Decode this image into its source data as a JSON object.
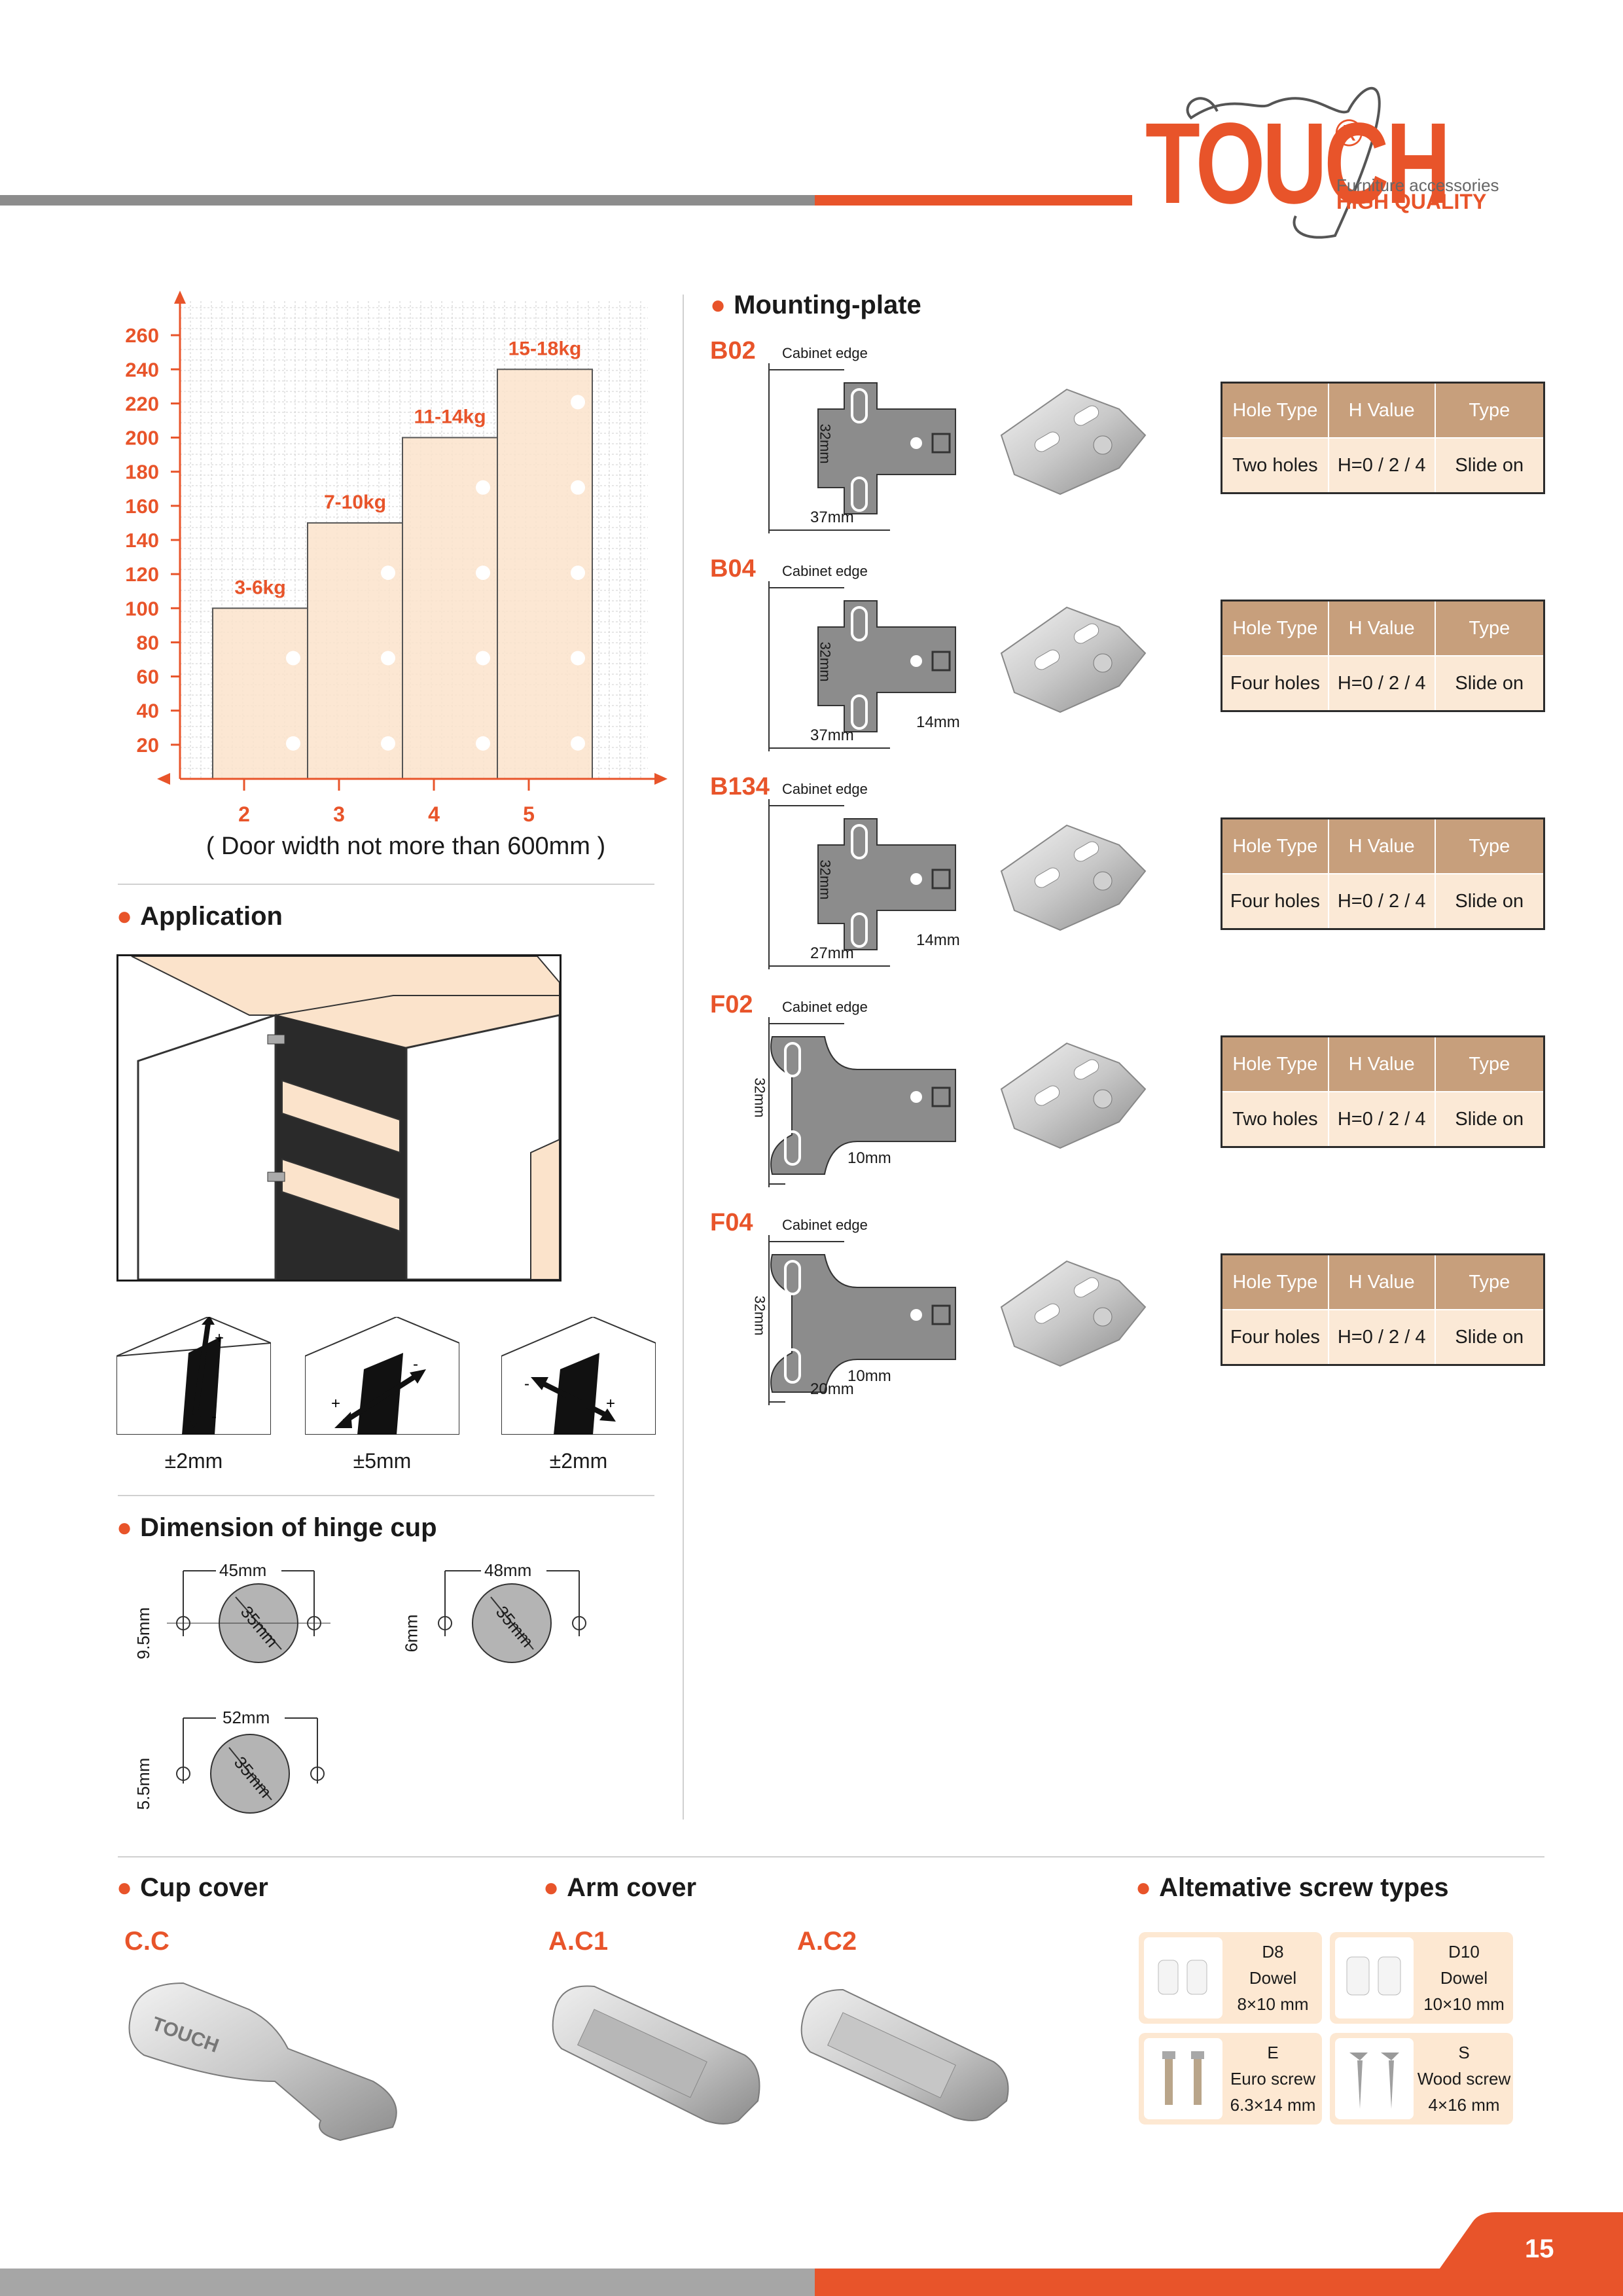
{
  "brand": {
    "logo_text": "TOUCH",
    "registered": "®",
    "tagline_1": "Furniture accessories",
    "tagline_2": "HIGH QUALITY"
  },
  "colors": {
    "accent": "#e8542a",
    "gray_bar": "#8c8c8c",
    "table_header": "#c79f7c",
    "table_body": "#fbe9d6",
    "chart_fill": "#fbe3cb"
  },
  "chart_data": {
    "type": "bar",
    "categories": [
      "2",
      "3",
      "4",
      "5"
    ],
    "values": [
      100,
      150,
      200,
      240
    ],
    "bar_labels": [
      "3-6kg",
      "7-10kg",
      "11-14kg",
      "15-18kg"
    ],
    "y_ticks": [
      "20",
      "40",
      "60",
      "80",
      "100",
      "120",
      "140",
      "160",
      "180",
      "200",
      "220",
      "240",
      "260"
    ],
    "ylim": [
      0,
      280
    ],
    "grid": true,
    "caption": "( Door width not more than 600mm )"
  },
  "application": {
    "title": "Application",
    "adjustments": [
      "±2mm",
      "±5mm",
      "±2mm"
    ]
  },
  "hinge_cup": {
    "title": "Dimension of hinge cup",
    "items": [
      {
        "width": "45mm",
        "diameter": "35mm",
        "offset": "9.5mm"
      },
      {
        "width": "48mm",
        "diameter": "35mm",
        "offset": "6mm"
      },
      {
        "width": "52mm",
        "diameter": "35mm",
        "offset": "5.5mm"
      }
    ]
  },
  "mounting_plate": {
    "title": "Mounting-plate",
    "headers": [
      "Hole Type",
      "H Value",
      "Type"
    ],
    "cabinet_edge": "Cabinet edge",
    "plates": [
      {
        "code": "B02",
        "hole_type": "Two holes",
        "h_value": "H=0 / 2 / 4",
        "type": "Slide on",
        "dim_v": "32mm",
        "dim_h": "37mm",
        "dim_extra": ""
      },
      {
        "code": "B04",
        "hole_type": "Four holes",
        "h_value": "H=0 / 2 / 4",
        "type": "Slide on",
        "dim_v": "32mm",
        "dim_h": "37mm",
        "dim_extra": "14mm"
      },
      {
        "code": "B134",
        "hole_type": "Four holes",
        "h_value": "H=0 / 2 / 4",
        "type": "Slide on",
        "dim_v": "32mm",
        "dim_h": "27mm",
        "dim_extra": "14mm"
      },
      {
        "code": "F02",
        "hole_type": "Two holes",
        "h_value": "H=0 / 2 / 4",
        "type": "Slide on",
        "dim_v": "32mm",
        "dim_h": "",
        "dim_extra": "10mm"
      },
      {
        "code": "F04",
        "hole_type": "Four holes",
        "h_value": "H=0 / 2 / 4",
        "type": "Slide on",
        "dim_v": "32mm",
        "dim_h": "20mm",
        "dim_extra": "10mm"
      }
    ]
  },
  "cup_cover": {
    "title": "Cup cover",
    "code": "C.C"
  },
  "arm_cover": {
    "title": "Arm cover",
    "codes": [
      "A.C1",
      "A.C2"
    ]
  },
  "screws": {
    "title": "Altemative screw types",
    "items": [
      {
        "code": "D8",
        "name": "Dowel",
        "size": "8×10 mm"
      },
      {
        "code": "D10",
        "name": "Dowel",
        "size": "10×10 mm"
      },
      {
        "code": "E",
        "name": "Euro screw",
        "size": "6.3×14 mm"
      },
      {
        "code": "S",
        "name": "Wood screw",
        "size": "4×16 mm"
      }
    ]
  },
  "page_number": "15"
}
